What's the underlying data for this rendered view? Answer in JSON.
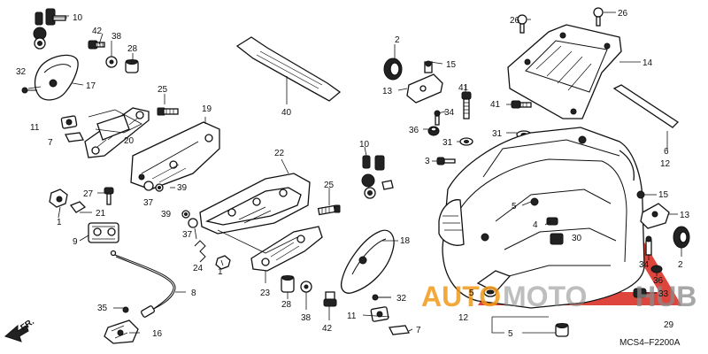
{
  "diagram": {
    "code": "MCS4–F2200A",
    "front_marker": "FR.",
    "watermark": {
      "word1": "AUTO",
      "word2": "MOTO",
      "word3": "HUB"
    },
    "labels": [
      {
        "id": "n10a",
        "text": "10"
      },
      {
        "id": "n42a",
        "text": "42"
      },
      {
        "id": "n38a",
        "text": "38"
      },
      {
        "id": "n28a",
        "text": "28"
      },
      {
        "id": "n32a",
        "text": "32"
      },
      {
        "id": "n17",
        "text": "17"
      },
      {
        "id": "n25a",
        "text": "25"
      },
      {
        "id": "n19",
        "text": "19"
      },
      {
        "id": "n11a",
        "text": "11"
      },
      {
        "id": "n7a",
        "text": "7"
      },
      {
        "id": "n20",
        "text": "20"
      },
      {
        "id": "n40",
        "text": "40"
      },
      {
        "id": "n22",
        "text": "22"
      },
      {
        "id": "n39a",
        "text": "39"
      },
      {
        "id": "n37a",
        "text": "37"
      },
      {
        "id": "n27",
        "text": "27"
      },
      {
        "id": "n21",
        "text": "21"
      },
      {
        "id": "n1a",
        "text": "1"
      },
      {
        "id": "n9",
        "text": "9"
      },
      {
        "id": "n25b",
        "text": "25"
      },
      {
        "id": "n39b",
        "text": "39"
      },
      {
        "id": "n37b",
        "text": "37"
      },
      {
        "id": "n24",
        "text": "24"
      },
      {
        "id": "n1b",
        "text": "1"
      },
      {
        "id": "n8",
        "text": "8"
      },
      {
        "id": "n23",
        "text": "23"
      },
      {
        "id": "n28b",
        "text": "28"
      },
      {
        "id": "n38b",
        "text": "38"
      },
      {
        "id": "n42b",
        "text": "42"
      },
      {
        "id": "n35",
        "text": "35"
      },
      {
        "id": "n16",
        "text": "16"
      },
      {
        "id": "n2a",
        "text": "2"
      },
      {
        "id": "n15a",
        "text": "15"
      },
      {
        "id": "n13a",
        "text": "13"
      },
      {
        "id": "n41a",
        "text": "41"
      },
      {
        "id": "n34a",
        "text": "34"
      },
      {
        "id": "n36a",
        "text": "36"
      },
      {
        "id": "n10b",
        "text": "10"
      },
      {
        "id": "n18",
        "text": "18"
      },
      {
        "id": "n32b",
        "text": "32"
      },
      {
        "id": "n11b",
        "text": "11"
      },
      {
        "id": "n7b",
        "text": "7"
      },
      {
        "id": "n3",
        "text": "3"
      },
      {
        "id": "n31a",
        "text": "31"
      },
      {
        "id": "n26a",
        "text": "26"
      },
      {
        "id": "n26b",
        "text": "26"
      },
      {
        "id": "n14",
        "text": "14"
      },
      {
        "id": "n41b",
        "text": "41"
      },
      {
        "id": "n31b",
        "text": "31"
      },
      {
        "id": "n6",
        "text": "6"
      },
      {
        "id": "n12a",
        "text": "12"
      },
      {
        "id": "n15b",
        "text": "15"
      },
      {
        "id": "n13b",
        "text": "13"
      },
      {
        "id": "n5a",
        "text": "5"
      },
      {
        "id": "n4",
        "text": "4"
      },
      {
        "id": "n30",
        "text": "30"
      },
      {
        "id": "n2b",
        "text": "2"
      },
      {
        "id": "n34b",
        "text": "34"
      },
      {
        "id": "n36b",
        "text": "36"
      },
      {
        "id": "n33",
        "text": "33"
      },
      {
        "id": "n5b",
        "text": "5"
      },
      {
        "id": "n12b",
        "text": "12"
      },
      {
        "id": "n5c",
        "text": "5"
      },
      {
        "id": "n29",
        "text": "29"
      }
    ]
  }
}
